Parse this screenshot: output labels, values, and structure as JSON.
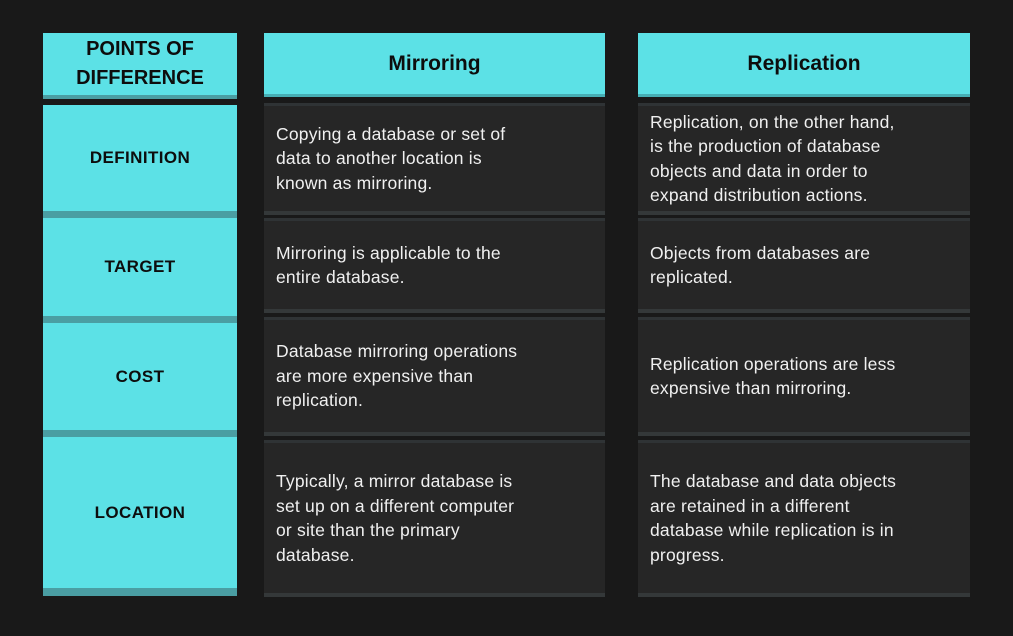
{
  "colors": {
    "accent_cyan": "#5ce1e6",
    "divider_teal": "#4a9ea3",
    "background": "#191919",
    "cell_dark": "#262626",
    "cell_edge": "#343839",
    "text_light": "#f0f0f0",
    "text_dark": "#0d0d0d"
  },
  "table": {
    "corner_header": "POINTS OF\nDIFFERENCE",
    "column_headers": [
      "Mirroring",
      "Replication"
    ],
    "rows": [
      {
        "label": "DEFINITION",
        "mirroring": "Copying a database or set of\ndata to another location is\nknown as mirroring.",
        "replication": "Replication, on the other hand,\nis the production of database\nobjects and data in order to\nexpand distribution actions."
      },
      {
        "label": "TARGET",
        "mirroring": "Mirroring is applicable to the\nentire database.",
        "replication": "Objects from databases are\nreplicated."
      },
      {
        "label": "COST",
        "mirroring": "Database mirroring operations\nare more expensive than\nreplication.",
        "replication": "Replication operations are less\nexpensive than mirroring."
      },
      {
        "label": "LOCATION",
        "mirroring": "Typically, a mirror database is\nset up on a different computer\nor site than the primary\ndatabase.",
        "replication": "The database and data objects\nare retained in a different\ndatabase while replication is in\nprogress."
      }
    ]
  }
}
